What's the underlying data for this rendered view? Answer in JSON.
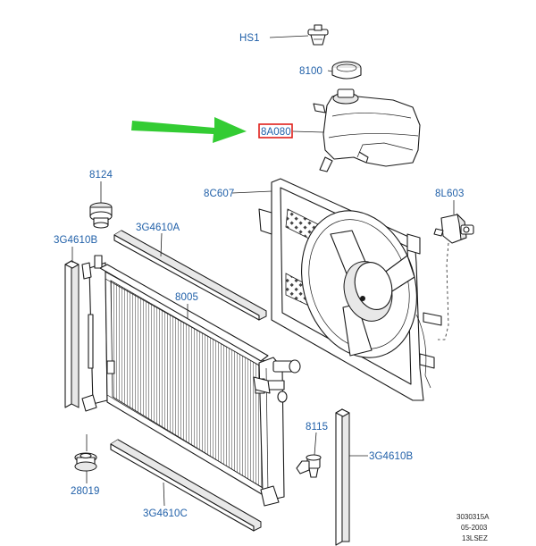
{
  "labels": {
    "hs1": "HS1",
    "p8100": "8100",
    "p8a080": "8A080",
    "p8124": "8124",
    "p8c607": "8C607",
    "p8l603": "8L603",
    "p3g4610a": "3G4610A",
    "p3g4610b_left": "3G4610B",
    "p8005": "8005",
    "p8115": "8115",
    "p3g4610b_right": "3G4610B",
    "p28019": "28019",
    "p3g4610c": "3G4610C"
  },
  "reference": {
    "line1": "3030315A",
    "line2": "05-2003",
    "line3": "13LSEZ"
  },
  "colors": {
    "label": "#1f5fa8",
    "highlight_box": "#e0201b",
    "arrow": "#33cc33"
  },
  "highlighted_part": "8A080"
}
